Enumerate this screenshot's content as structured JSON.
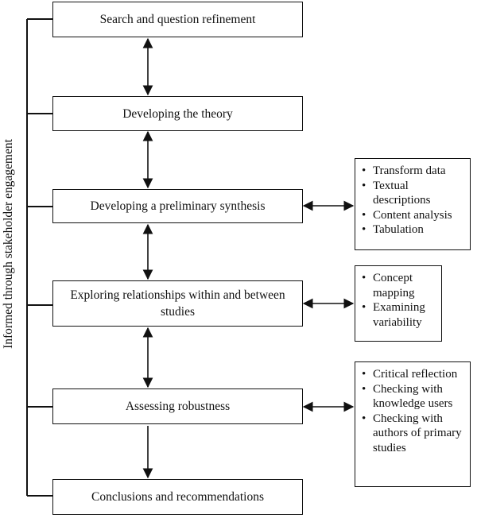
{
  "side_label": "Informed through stakeholder engagement",
  "steps": [
    {
      "label": "Search and question refinement"
    },
    {
      "label": "Developing the theory"
    },
    {
      "label": "Developing a preliminary synthesis"
    },
    {
      "label": "Exploring relationships within and between studies"
    },
    {
      "label": "Assessing robustness"
    },
    {
      "label": "Conclusions and recommendations"
    }
  ],
  "notes": [
    {
      "items": [
        "Transform data",
        "Textual descriptions",
        "Content analysis",
        "Tabulation"
      ]
    },
    {
      "items": [
        "Concept mapping",
        "Examining variability"
      ]
    },
    {
      "items": [
        "Critical reflection",
        "Checking with knowledge users",
        "Checking with authors of primary studies"
      ]
    }
  ]
}
